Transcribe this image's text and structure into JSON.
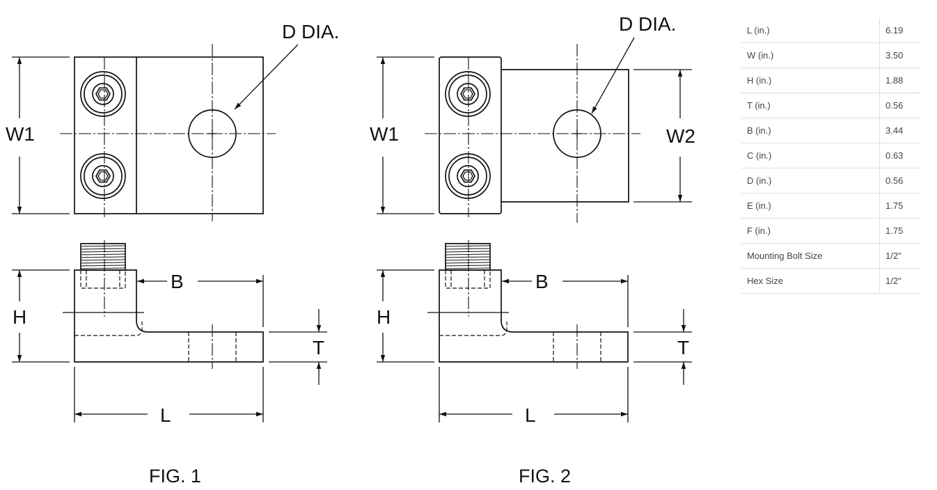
{
  "figures": [
    {
      "caption": "FIG. 1",
      "labels": {
        "hole": "D DIA.",
        "w1": "W1",
        "h": "H",
        "b": "B",
        "t": "T",
        "l": "L"
      }
    },
    {
      "caption": "FIG. 2",
      "labels": {
        "hole": "D DIA.",
        "w1": "W1",
        "w2": "W2",
        "h": "H",
        "b": "B",
        "t": "T",
        "l": "L"
      }
    }
  ],
  "specs": [
    {
      "label": "L (in.)",
      "value": "6.19"
    },
    {
      "label": "W (in.)",
      "value": "3.50"
    },
    {
      "label": "H (in.)",
      "value": "1.88"
    },
    {
      "label": "T (in.)",
      "value": "0.56"
    },
    {
      "label": "B (in.)",
      "value": "3.44"
    },
    {
      "label": "C (in.)",
      "value": "0.63"
    },
    {
      "label": "D (in.)",
      "value": "0.56"
    },
    {
      "label": "E (in.)",
      "value": "1.75"
    },
    {
      "label": "F (in.)",
      "value": "1.75"
    },
    {
      "label": "Mounting Bolt Size",
      "value": "1/2\""
    },
    {
      "label": "Hex Size",
      "value": "1/2\""
    }
  ]
}
